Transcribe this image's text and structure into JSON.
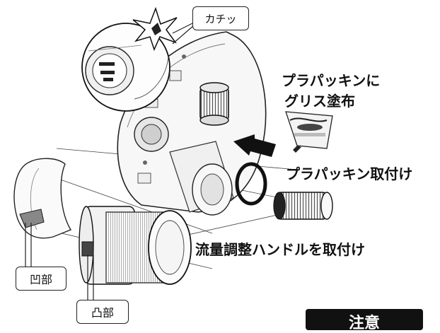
{
  "labels": {
    "click_sound": "カチッ",
    "grease_line1": "プラパッキンに",
    "grease_line2": "グリス塗布",
    "packing_attach": "プラパッキン取付け",
    "handle_attach": "流量調整ハンドルを取付け",
    "recess": "凹部",
    "protrusion": "凸部",
    "caution": "注意"
  }
}
